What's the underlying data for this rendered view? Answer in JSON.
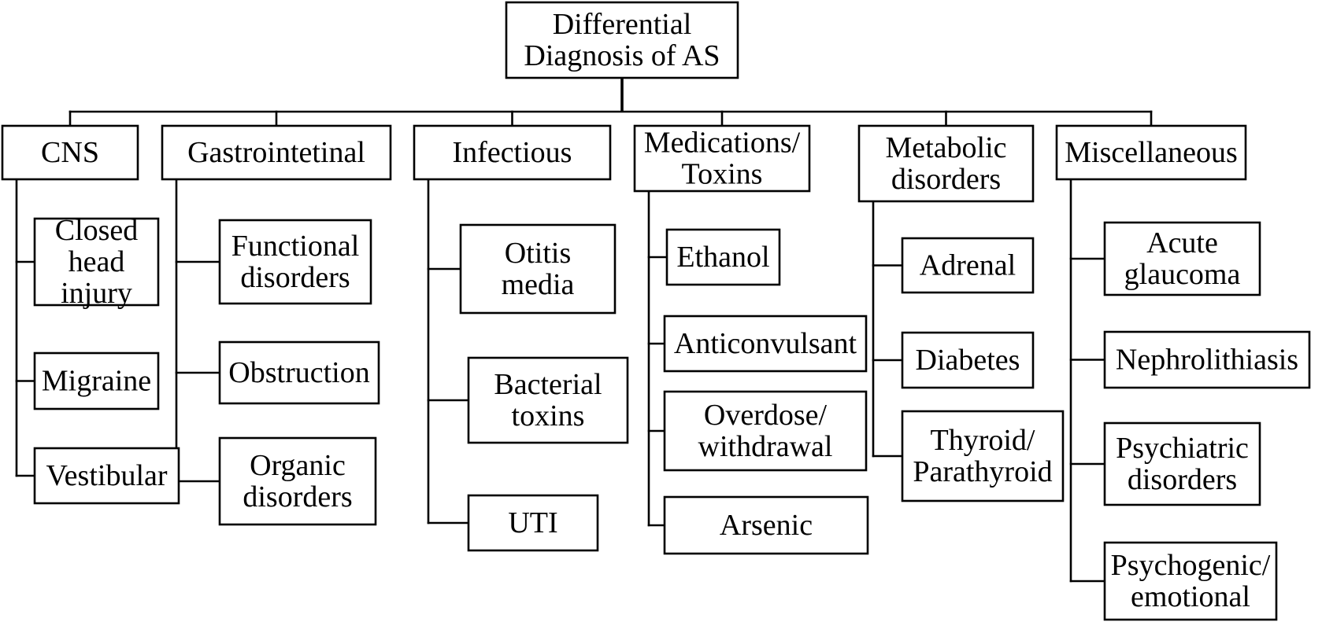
{
  "root": {
    "lines": [
      "Differential",
      "Diagnosis of AS"
    ]
  },
  "categories": [
    {
      "lines": [
        "CNS"
      ],
      "children": [
        {
          "lines": [
            "Closed",
            "head",
            "injury"
          ]
        },
        {
          "lines": [
            "Migraine"
          ]
        },
        {
          "lines": [
            "Vestibular"
          ]
        }
      ]
    },
    {
      "lines": [
        "Gastrointetinal"
      ],
      "children": [
        {
          "lines": [
            "Functional",
            "disorders"
          ]
        },
        {
          "lines": [
            "Obstruction"
          ]
        },
        {
          "lines": [
            "Organic",
            "disorders"
          ]
        }
      ]
    },
    {
      "lines": [
        "Infectious"
      ],
      "children": [
        {
          "lines": [
            "Otitis",
            "media"
          ]
        },
        {
          "lines": [
            "Bacterial",
            "toxins"
          ]
        },
        {
          "lines": [
            "UTI"
          ]
        }
      ]
    },
    {
      "lines": [
        "Medications/",
        "Toxins"
      ],
      "children": [
        {
          "lines": [
            "Ethanol"
          ]
        },
        {
          "lines": [
            "Anticonvulsant"
          ]
        },
        {
          "lines": [
            "Overdose/",
            "withdrawal"
          ]
        },
        {
          "lines": [
            "Arsenic"
          ]
        }
      ]
    },
    {
      "lines": [
        "Metabolic",
        "disorders"
      ],
      "children": [
        {
          "lines": [
            "Adrenal"
          ]
        },
        {
          "lines": [
            "Diabetes"
          ]
        },
        {
          "lines": [
            "Thyroid/",
            "Parathyroid"
          ]
        }
      ]
    },
    {
      "lines": [
        "Miscellaneous"
      ],
      "children": [
        {
          "lines": [
            "Acute",
            "glaucoma"
          ]
        },
        {
          "lines": [
            "Nephrolithiasis"
          ]
        },
        {
          "lines": [
            "Psychiatric",
            "disorders"
          ]
        },
        {
          "lines": [
            "Psychogenic/",
            "emotional"
          ]
        }
      ]
    }
  ]
}
